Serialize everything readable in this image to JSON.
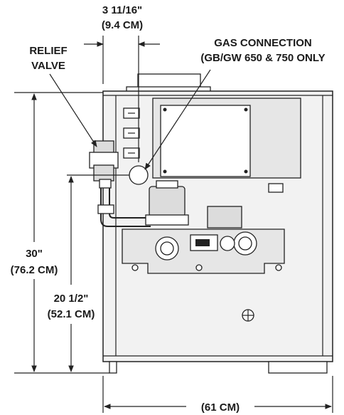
{
  "labels": {
    "top_dim_line1": "3 11/16\"",
    "top_dim_line2": "(9.4 CM)",
    "relief_line1": "RELIEF",
    "relief_line2": "VALVE",
    "gas_line1": "GAS CONNECTION",
    "gas_line2": "(GB/GW 650 & 750 ONLY",
    "height_total_line1": "30\"",
    "height_total_line2": "(76.2 CM)",
    "height_inlet_line1": "20 1/2\"",
    "height_inlet_line2": "(52.1 CM)",
    "width_line": "(61 CM)"
  }
}
